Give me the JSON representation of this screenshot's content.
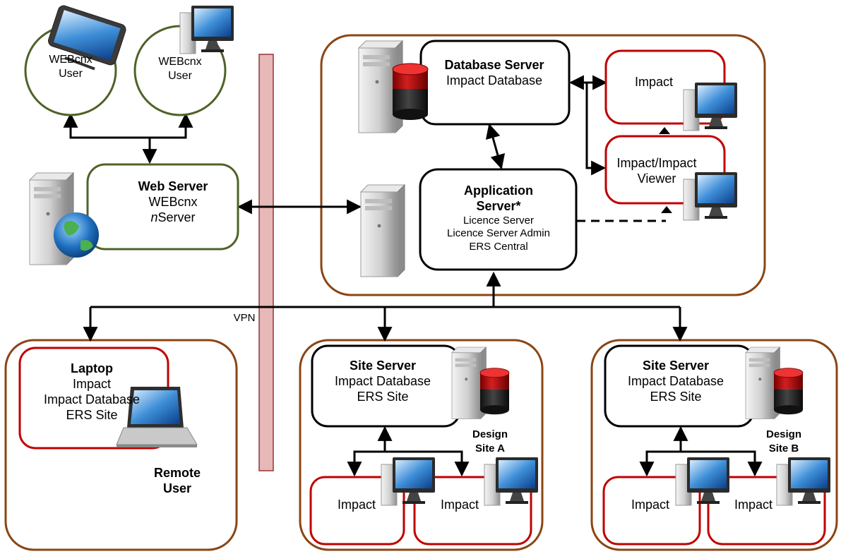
{
  "colors": {
    "green_outline": "#4f6228",
    "brown_outline": "#8b4513",
    "red_outline": "#c00000",
    "vpn_fill": "#e6b8b7",
    "vpn_stroke": "#943634",
    "connector": "#000000"
  },
  "nodes": {
    "webcnx_user_1": {
      "line1": "WEBcnx",
      "line2": "User",
      "icon": "tablet-icon"
    },
    "webcnx_user_2": {
      "line1": "WEBcnx",
      "line2": "User",
      "icon": "desktop-computer-icon"
    },
    "web_server": {
      "title": "Web Server",
      "line1": "WEBcnx",
      "line2_italic": "n",
      "line2_rest": "Server",
      "icon": "globe-server-icon"
    },
    "database_server": {
      "title": "Database Server",
      "line1": "Impact Database",
      "icon": "database-server-icon"
    },
    "application_server": {
      "title1": "Application",
      "title2": "Server*",
      "line1": "Licence Server",
      "line2": "Licence Server Admin",
      "line3": "ERS Central",
      "icon": "server-tower-icon"
    },
    "impact_client": {
      "label": "Impact",
      "icon": "desktop-computer-icon"
    },
    "impact_viewer": {
      "line1": "Impact/Impact",
      "line2": "Viewer",
      "icon": "desktop-computer-icon"
    },
    "vpn": {
      "label": "VPN"
    },
    "laptop": {
      "title": "Laptop",
      "line1": "Impact",
      "line2": "Impact Database",
      "line3": "ERS Site",
      "icon": "laptop-icon"
    },
    "remote_user": {
      "line1": "Remote",
      "line2": "User"
    },
    "site_a": {
      "title": "Site Server",
      "line1": "Impact Database",
      "line2": "ERS Site",
      "caption1": "Design",
      "caption2": "Site A",
      "client1": "Impact",
      "client2": "Impact"
    },
    "site_b": {
      "title": "Site Server",
      "line1": "Impact Database",
      "line2": "ERS Site",
      "caption1": "Design",
      "caption2": "Site B",
      "client1": "Impact",
      "client2": "Impact"
    }
  }
}
